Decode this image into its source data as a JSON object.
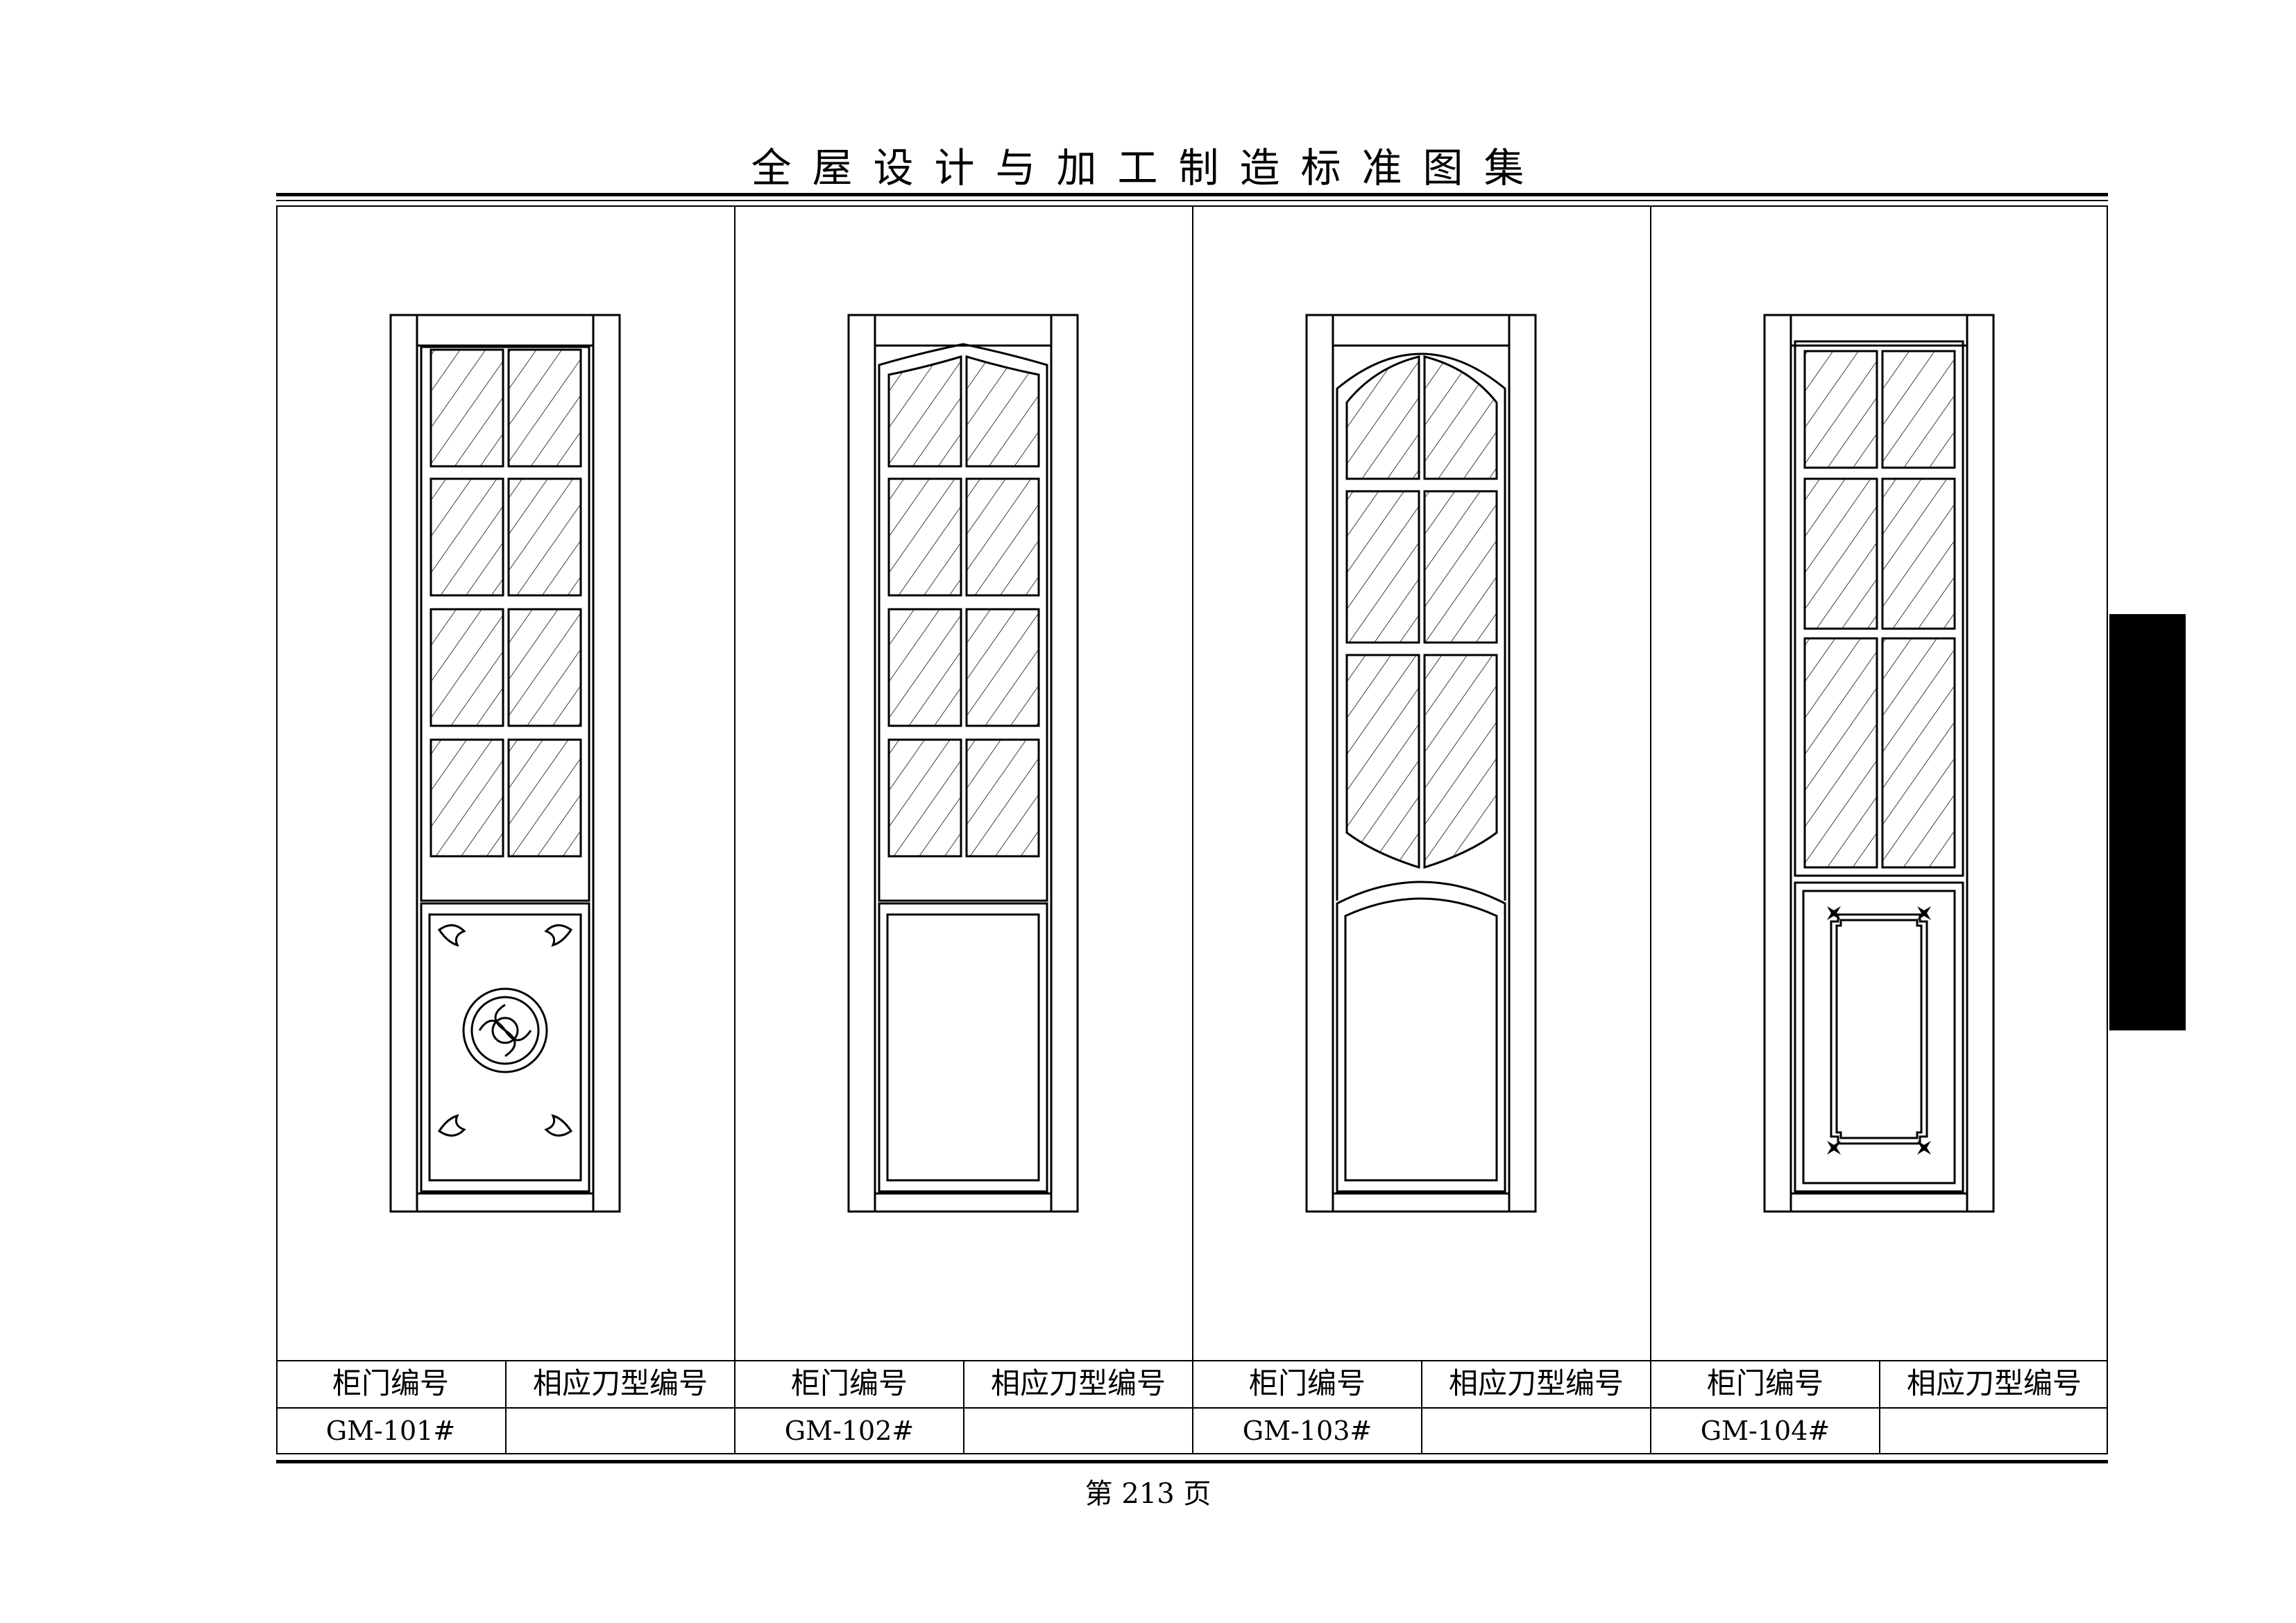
{
  "header": {
    "title": "全屋设计与加工制造标准图集"
  },
  "table": {
    "col_label_door": "柜门编号",
    "col_label_knife": "相应刀型编号",
    "doors": [
      {
        "code": "GM-101#",
        "knife": ""
      },
      {
        "code": "GM-102#",
        "knife": ""
      },
      {
        "code": "GM-103#",
        "knife": ""
      },
      {
        "code": "GM-104#",
        "knife": ""
      }
    ]
  },
  "footer": {
    "page": "第 213 页"
  },
  "colors": {
    "ink": "#000000",
    "paper": "#ffffff"
  }
}
